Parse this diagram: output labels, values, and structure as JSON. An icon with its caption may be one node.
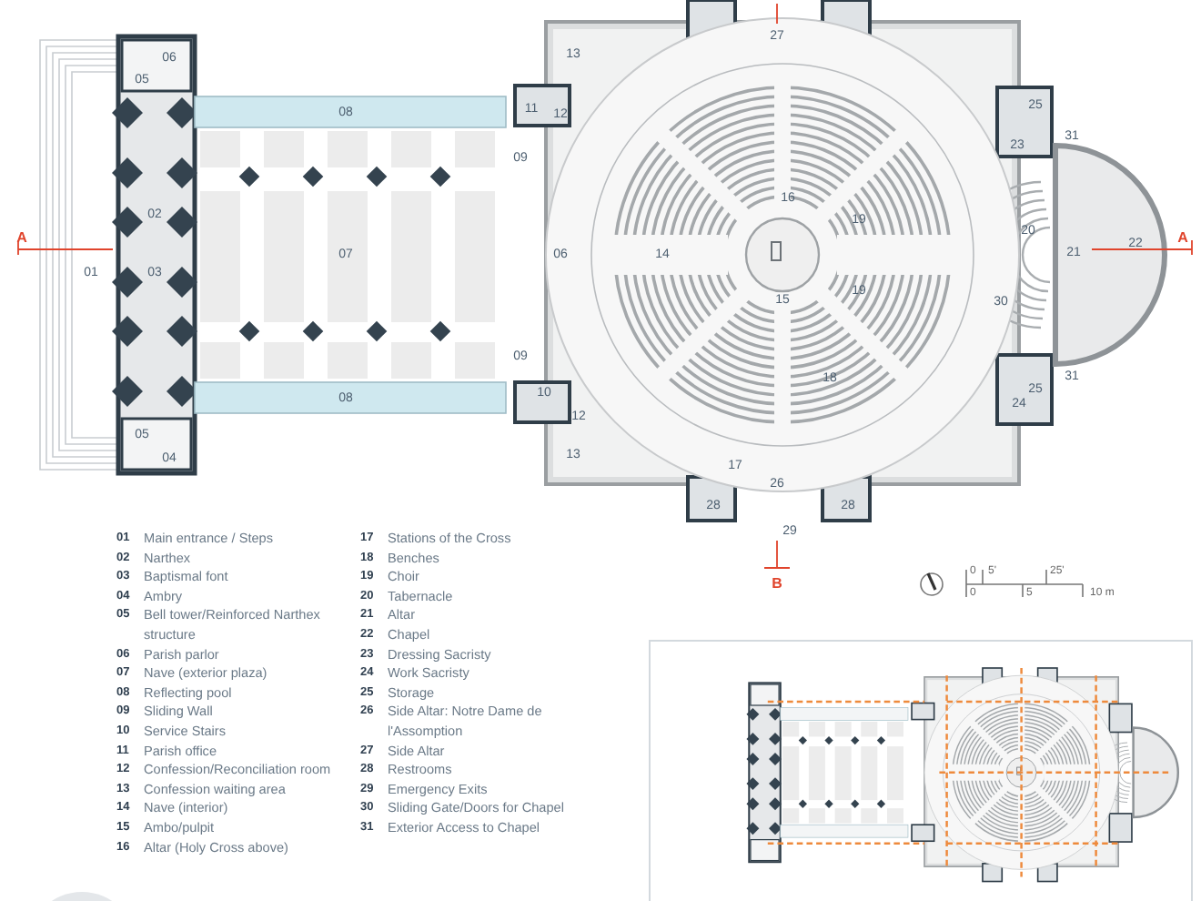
{
  "diagram": {
    "labels": [
      "A",
      "27",
      "06",
      "13",
      "05",
      "08",
      "11",
      "12",
      "23",
      "25",
      "31",
      "09",
      "02",
      "16",
      "19",
      "20",
      "21",
      "22",
      "A",
      "01",
      "03",
      "07",
      "06",
      "14",
      "15",
      "19",
      "30",
      "09",
      "18",
      "31",
      "08",
      "10",
      "24",
      "25",
      "12",
      "05",
      "04",
      "13",
      "17",
      "26",
      "28",
      "28",
      "29",
      "B",
      "0",
      "5'",
      "25'",
      "0",
      "5",
      "10 m",
      "01",
      "Main entrance / Steps",
      "02",
      "Narthex",
      "03",
      "Baptismal font",
      "04",
      "Ambry",
      "05",
      "Bell tower/Reinforced Narthex structure",
      "06",
      "Parish parlor",
      "07",
      "Nave (exterior plaza)",
      "08",
      "Reflecting pool",
      "09",
      "Sliding Wall",
      "10",
      "Service Stairs",
      "11",
      "Parish office",
      "12",
      "Confession/Reconciliation room",
      "13",
      "Confession waiting area",
      "14",
      "Nave (interior)",
      "15",
      "Ambo/pulpit",
      "16",
      "Altar (Holy Cross above)",
      "17",
      "Stations of the Cross",
      "18",
      "Benches",
      "19",
      "Choir",
      "20",
      "Tabernacle",
      "21",
      "Altar",
      "22",
      "Chapel",
      "23",
      "Dressing Sacristy",
      "24",
      "Work Sacristy",
      "25",
      "Storage",
      "26",
      "Side Altar: Notre Dame de l'Assomption",
      "27",
      "Side Altar",
      "28",
      "Restrooms",
      "29",
      "Emergency Exits",
      "30",
      "Sliding Gate/Doors for Chapel",
      "31",
      "Exterior Access to Chapel"
    ]
  }
}
